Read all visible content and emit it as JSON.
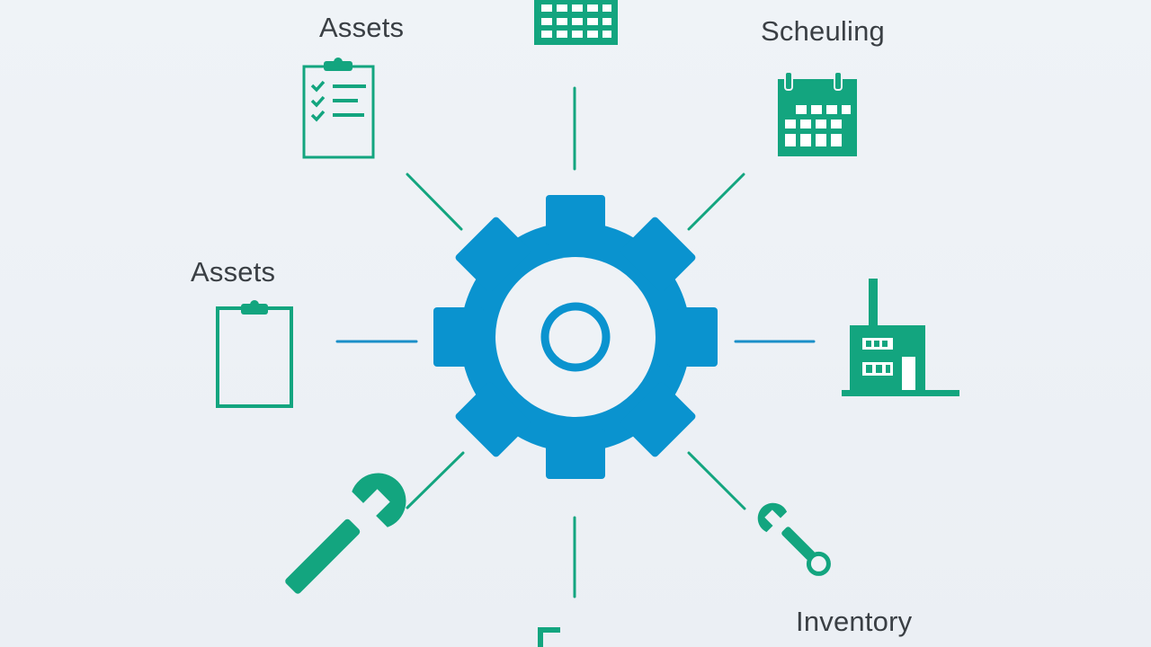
{
  "diagram": {
    "hub": {
      "icon": "gear-icon",
      "color": "#0a93cf"
    },
    "accent_color": "#13a57f",
    "connector_colors": {
      "vertical": "#13a57f",
      "diagonal": "#13a57f",
      "horizontal": "#1a8fc8"
    },
    "nodes": [
      {
        "id": "top",
        "icon": "calendar-grid-icon",
        "label": ""
      },
      {
        "id": "top-left",
        "icon": "checklist-clipboard-icon",
        "label": "Assets"
      },
      {
        "id": "top-right",
        "icon": "calendar-icon",
        "label": "Scheuling"
      },
      {
        "id": "left",
        "icon": "clipboard-icon",
        "label": "Assets"
      },
      {
        "id": "right",
        "icon": "factory-icon",
        "label": ""
      },
      {
        "id": "bottom-left",
        "icon": "wrench-icon",
        "label": ""
      },
      {
        "id": "bottom-right",
        "icon": "wrench-icon",
        "label": "Inventory"
      },
      {
        "id": "bottom",
        "icon": "bracket-icon",
        "label": ""
      }
    ]
  }
}
